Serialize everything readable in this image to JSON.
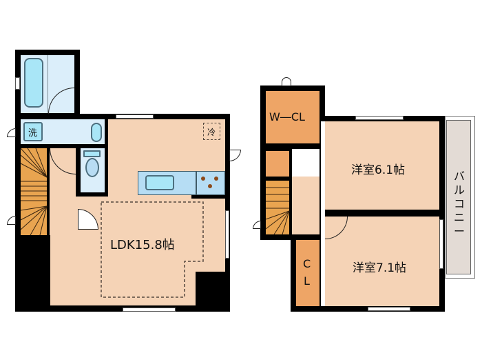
{
  "floor1": {
    "rooms": {
      "ldk": {
        "label": "LDK15.8帖"
      },
      "washroom": {
        "label": "洗"
      },
      "ventilation": {
        "label": "冷"
      }
    }
  },
  "floor2": {
    "rooms": {
      "wcl": {
        "label": "W―CL"
      },
      "western_room_1": {
        "label": "洋室6.1帖"
      },
      "western_room_2": {
        "label": "洋室7.1帖"
      },
      "closet": {
        "label": "C\nL",
        "label_top": "C",
        "label_bottom": "L"
      },
      "balcony": {
        "label": "バルコニー",
        "chars": [
          "バ",
          "ル",
          "コ",
          "ニ",
          "ー"
        ]
      }
    }
  },
  "colors": {
    "room": "#f5d3b6",
    "wet_area": "#dbeefa",
    "storage": "#eea566",
    "stairs": "#e9a450",
    "balcony": "#e3dbd5",
    "fixture": "#a9e6f7",
    "wall": "#000000"
  }
}
